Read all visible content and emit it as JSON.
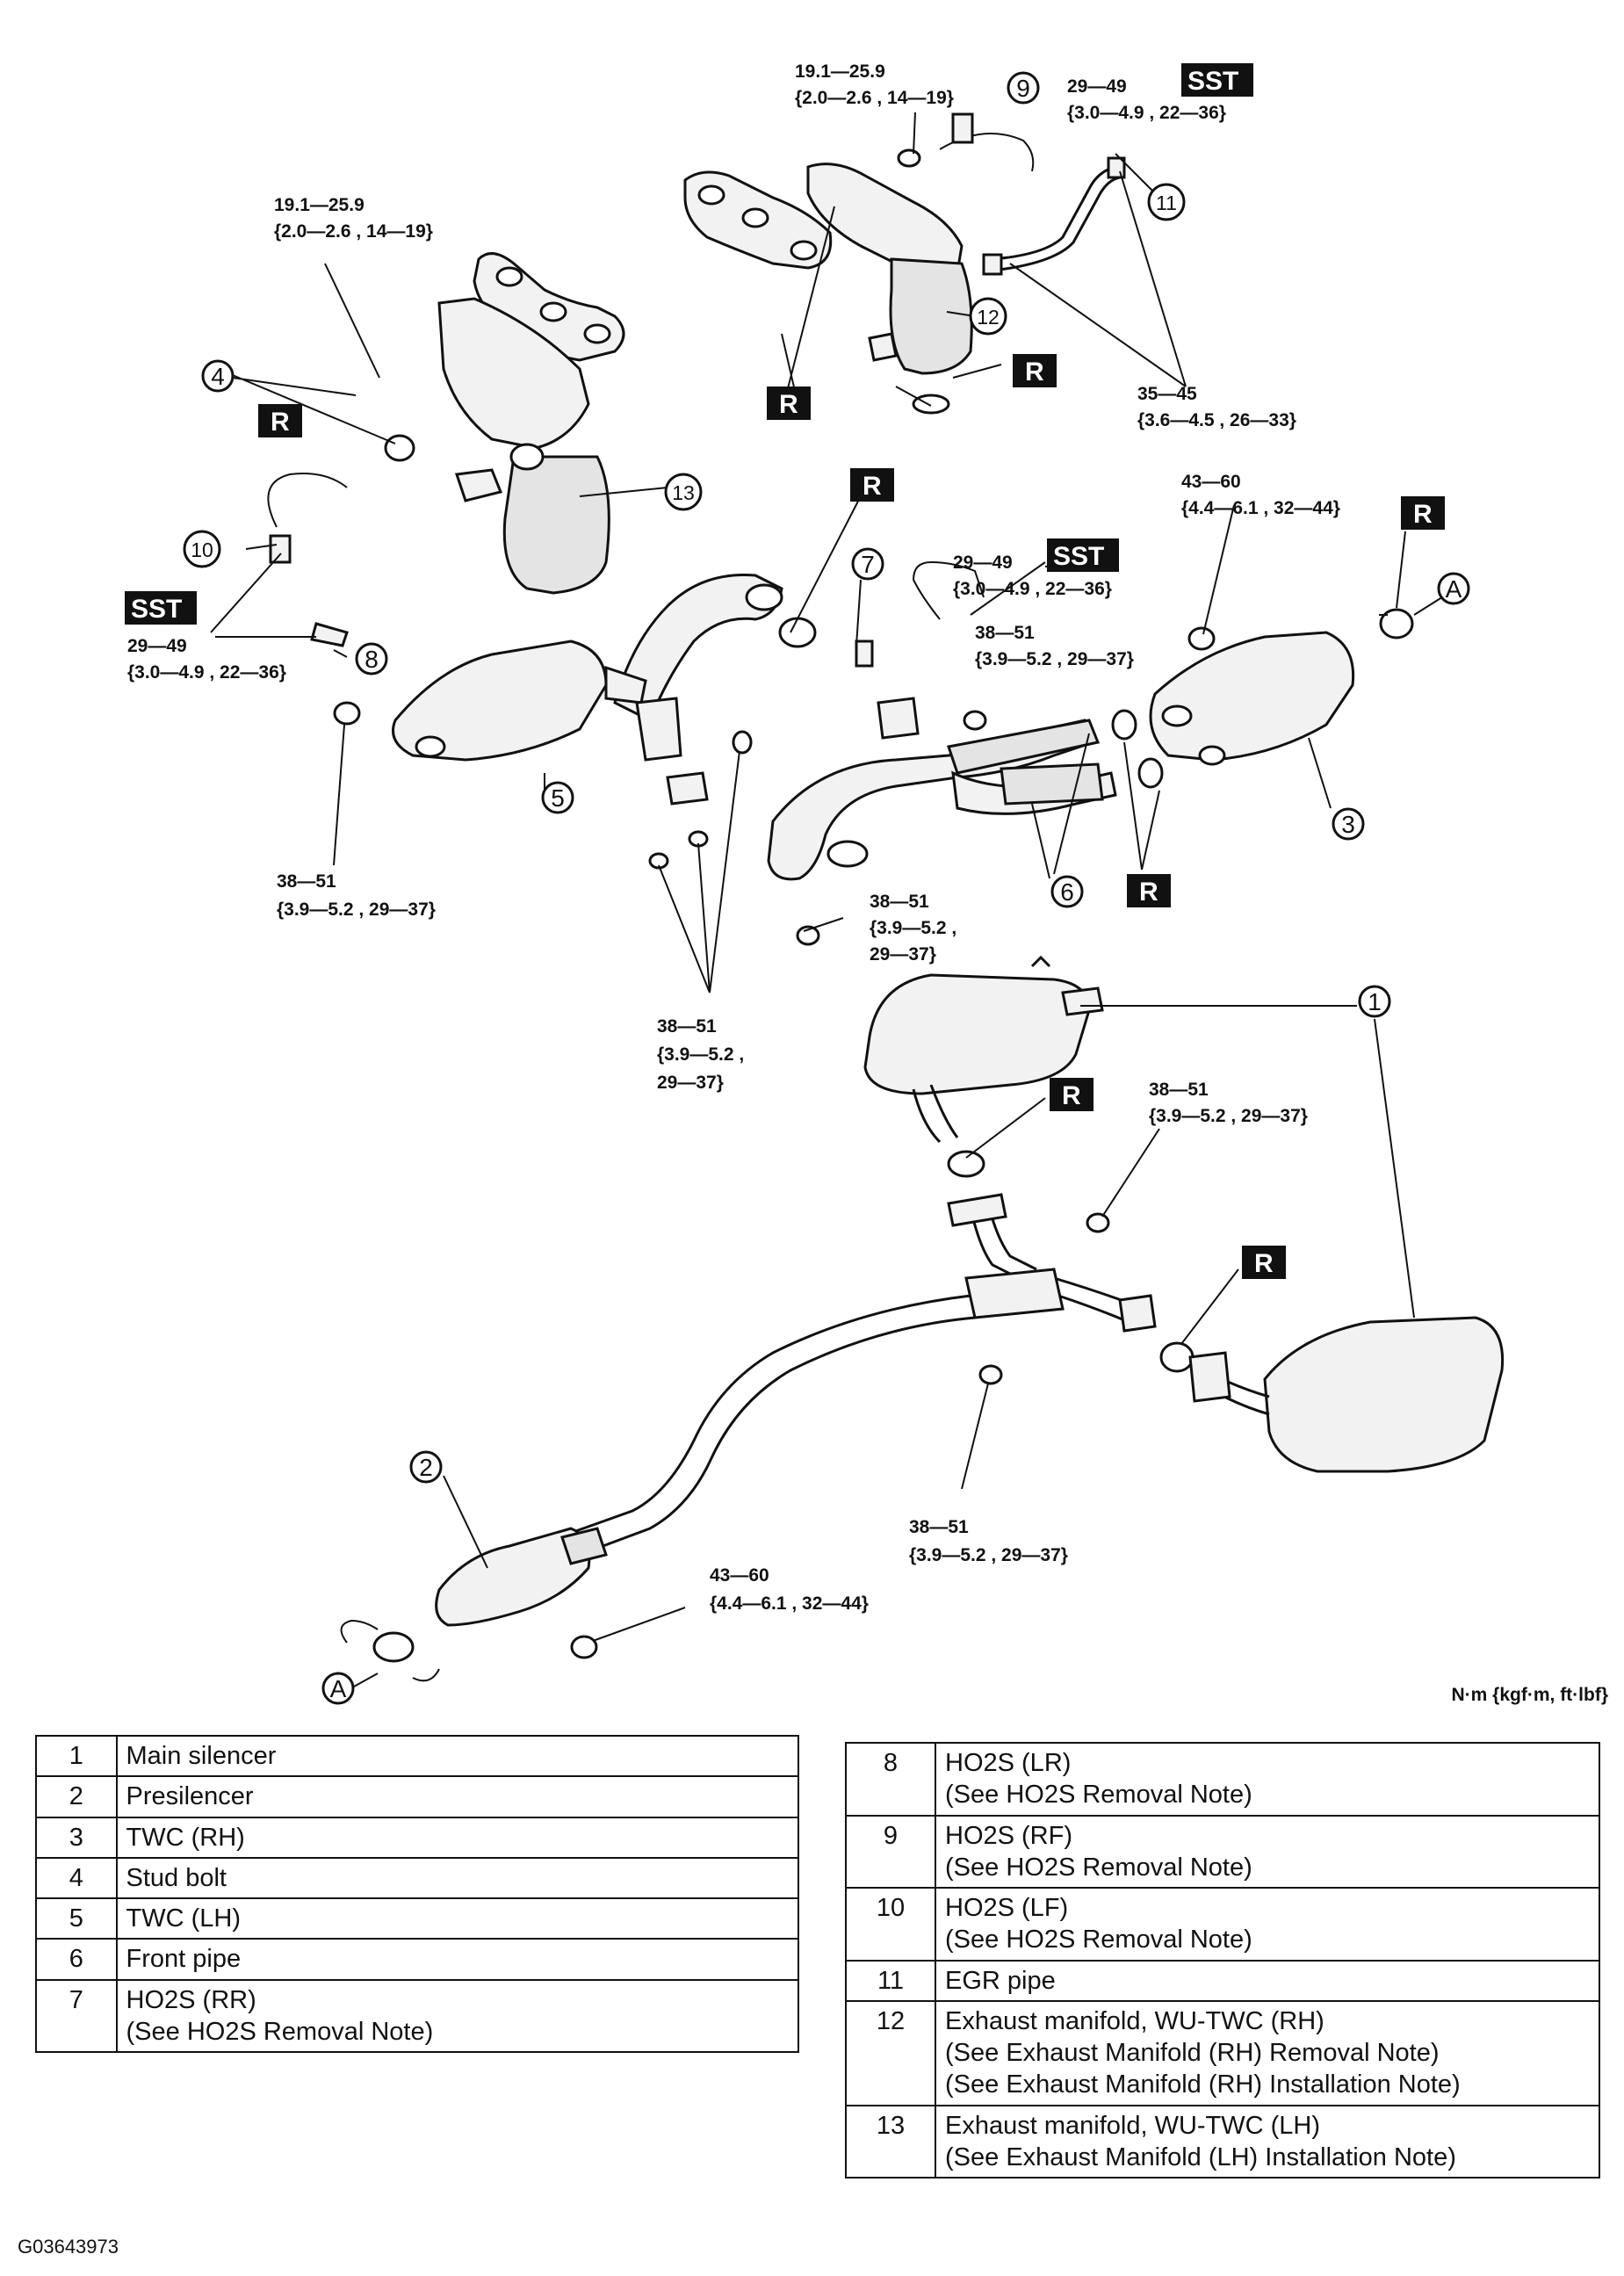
{
  "torque_labels": [
    {
      "line1": "19.1—25.9",
      "line2": "{2.0—2.6 , 14—19}"
    },
    {
      "line1": "29—49",
      "line2": "{3.0—4.9 , 22—36}"
    },
    {
      "line1": "19.1—25.9",
      "line2": "{2.0—2.6 , 14—19}"
    },
    {
      "line1": "35—45",
      "line2": "{3.6—4.5 , 26—33}"
    },
    {
      "line1": "43—60",
      "line2": "{4.4—6.1 , 32—44}"
    },
    {
      "line1": "29—49",
      "line2": "{3.0—4.9 , 22—36}"
    },
    {
      "line1": "29—49",
      "line2": "{3.0—4.9 , 22—36}"
    },
    {
      "line1": "38—51",
      "line2": "{3.9—5.2 , 29—37}"
    },
    {
      "line1": "38—51",
      "line2": "{3.9—5.2 , 29—37}"
    },
    {
      "line1": "38—51",
      "line2": "{3.9—5.2 ,",
      "line3": "29—37}"
    },
    {
      "line1": "38—51",
      "line2": "{3.9—5.2 ,",
      "line3": "29—37}"
    },
    {
      "line1": "38—51",
      "line2": "{3.9—5.2 , 29—37}"
    },
    {
      "line1": "38—51",
      "line2": "{3.9—5.2 , 29—37}"
    },
    {
      "line1": "43—60",
      "line2": "{4.4—6.1 , 32—44}"
    }
  ],
  "badges": {
    "replace": "R",
    "special_tool": "SST"
  },
  "callouts": [
    "1",
    "2",
    "3",
    "4",
    "5",
    "6",
    "7",
    "8",
    "9",
    "10",
    "11",
    "12",
    "13",
    "A",
    "A"
  ],
  "unit_note": "N·m {kgf·m, ft·lbf}",
  "figure_id": "G03643973",
  "legend_left": [
    {
      "num": "1",
      "line1": "Main silencer"
    },
    {
      "num": "2",
      "line1": "Presilencer"
    },
    {
      "num": "3",
      "line1": "TWC (RH)"
    },
    {
      "num": "4",
      "line1": "Stud bolt"
    },
    {
      "num": "5",
      "line1": "TWC (LH)"
    },
    {
      "num": "6",
      "line1": "Front pipe"
    },
    {
      "num": "7",
      "line1": "HO2S (RR)",
      "line2": "(See HO2S Removal Note)"
    }
  ],
  "legend_right": [
    {
      "num": "8",
      "line1": "HO2S (LR)",
      "line2": "(See HO2S Removal Note)"
    },
    {
      "num": "9",
      "line1": "HO2S (RF)",
      "line2": "(See HO2S Removal Note)"
    },
    {
      "num": "10",
      "line1": "HO2S (LF)",
      "line2": "(See HO2S Removal Note)"
    },
    {
      "num": "11",
      "line1": "EGR pipe"
    },
    {
      "num": "12",
      "line1": "Exhaust manifold, WU-TWC (RH)",
      "line2": "(See Exhaust Manifold (RH) Removal Note)",
      "line3": "(See Exhaust Manifold (RH) Installation Note)"
    },
    {
      "num": "13",
      "line1": "Exhaust manifold, WU-TWC (LH)",
      "line2": "(See Exhaust Manifold (LH) Installation Note)"
    }
  ]
}
